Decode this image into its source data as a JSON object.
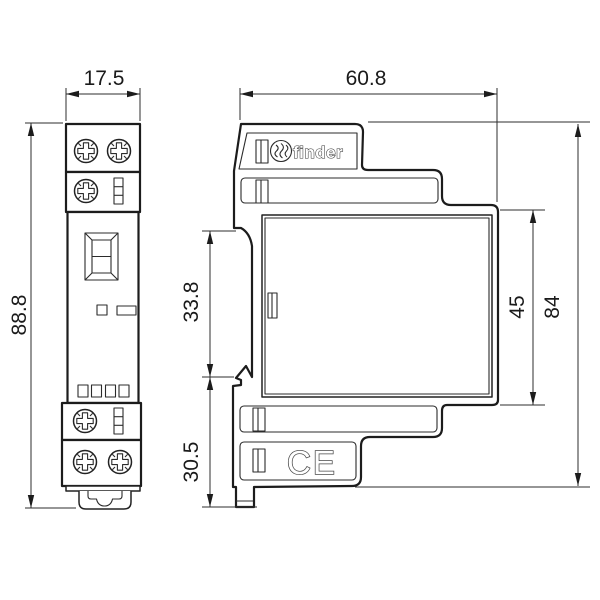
{
  "drawing": {
    "type": "technical-dimension-drawing",
    "labels": {
      "brand": "finder",
      "ce": "CE"
    },
    "dimensions": {
      "front_width_mm": "17.5",
      "front_height_mm": "88.8",
      "side_depth_mm": "60.8",
      "upper_section_mm": "33.8",
      "lower_section_mm": "30.5",
      "panel_height_mm": "45",
      "body_height_mm": "84"
    },
    "colors": {
      "line": "#1c1c1c",
      "background": "#ffffff"
    }
  }
}
